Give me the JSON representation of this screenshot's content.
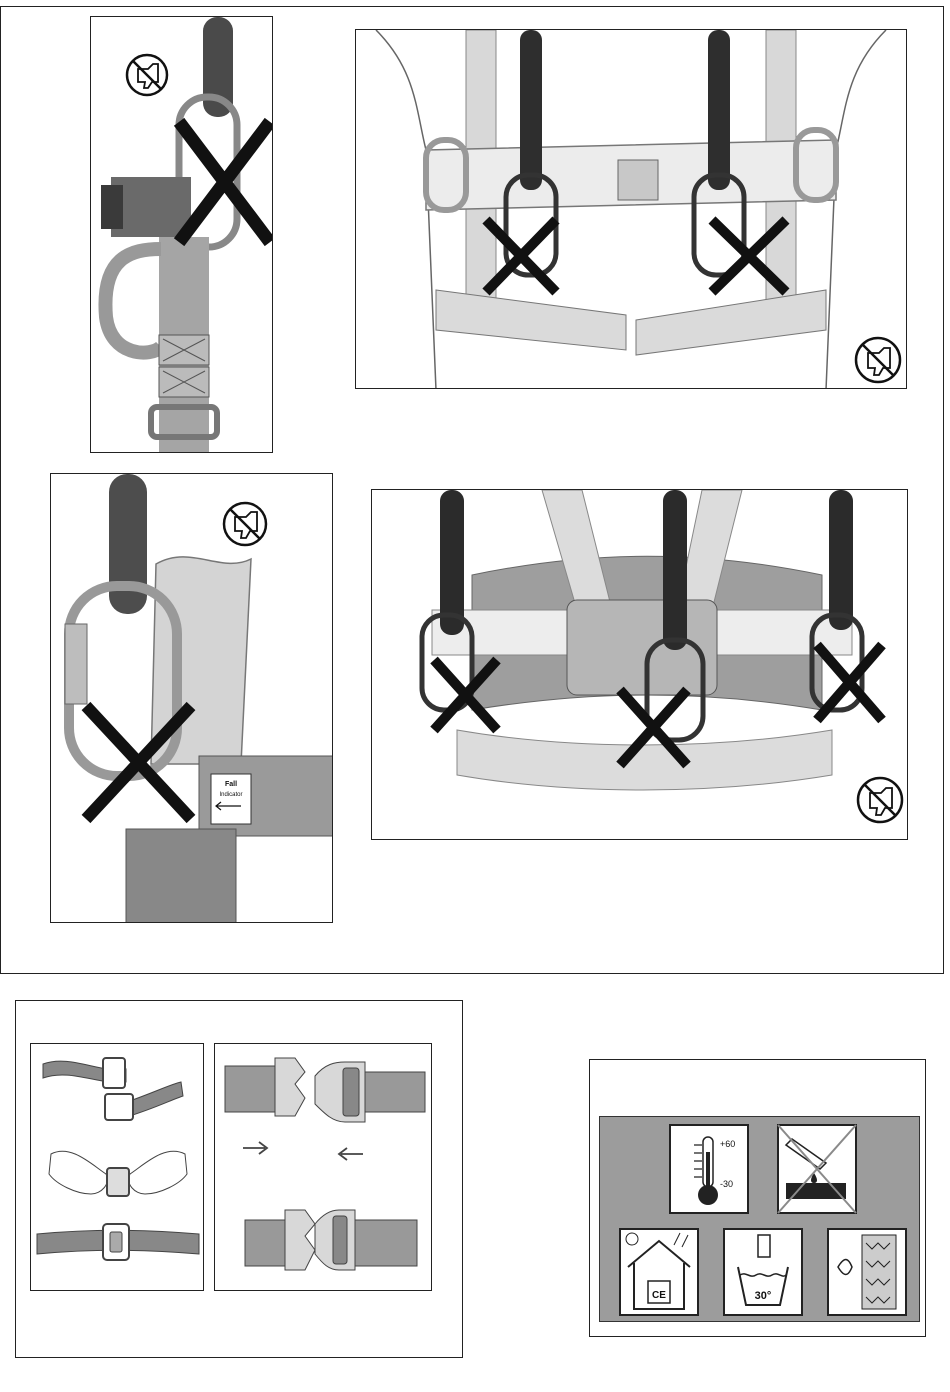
{
  "colors": {
    "strap_light": "#e6e6e6",
    "strap_mid": "#b5b5b5",
    "strap_dark": "#7f7f7f",
    "rope": "#3a3a3a",
    "ink": "#1a1a1a",
    "panel_bg": "#9c9c9c"
  },
  "icons": {
    "forbidden": "thumbs-down-prohibited-icon",
    "cross": "x-cross-icon"
  },
  "panels": {
    "p1": {
      "title": "carabiner-on-lanyard-prohibited"
    },
    "p4": {
      "label_fall": "Fall",
      "label_indicator": "Indicator"
    }
  },
  "care_symbols": {
    "temp_max": "+60",
    "temp_min": "-30",
    "wash_temp": "30°",
    "ce_mark": "CE"
  }
}
